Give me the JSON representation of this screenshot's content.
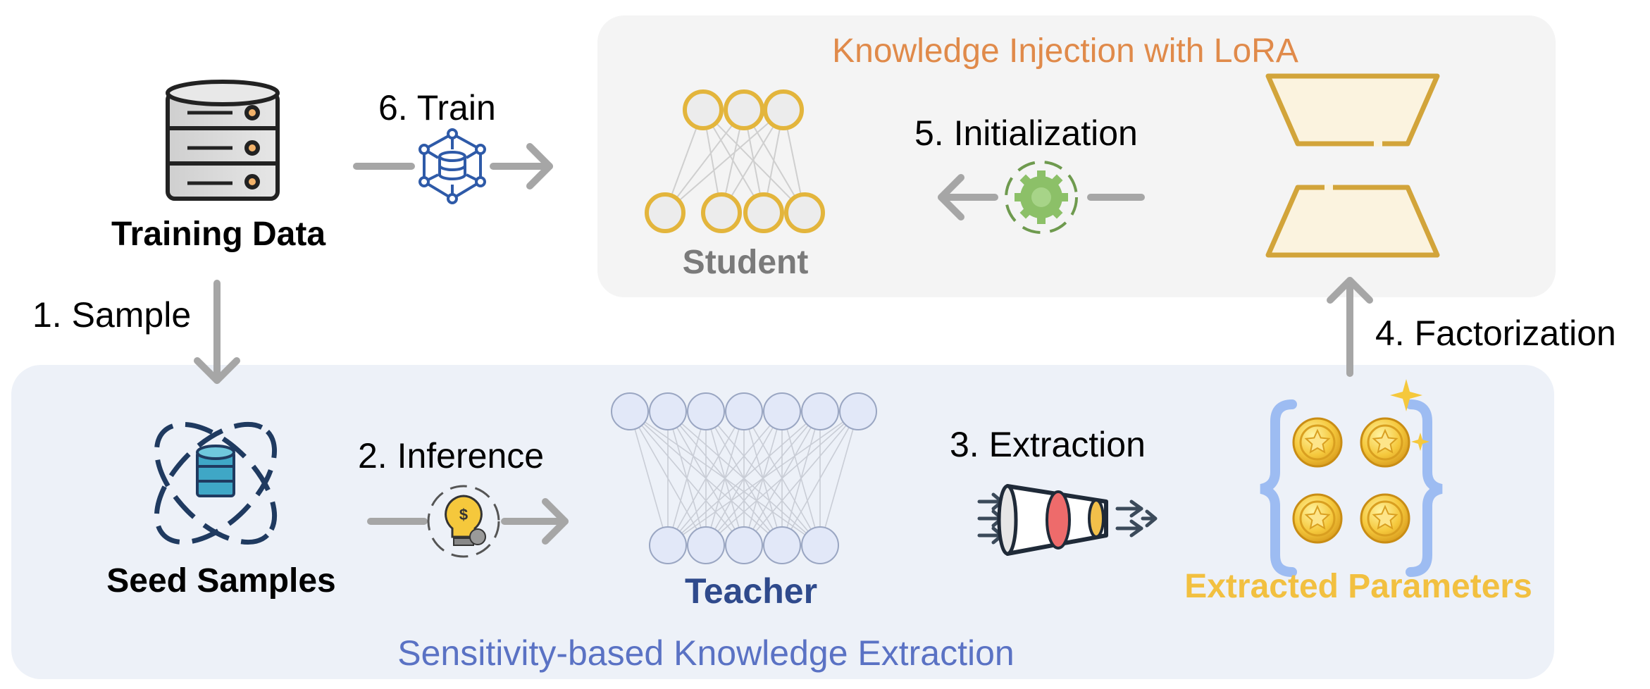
{
  "colors": {
    "panel_top": "#f4f4f4",
    "panel_bottom": "#edf1f8",
    "arrow": "#a6a6a6",
    "title_top": "#e08a4a",
    "title_bottom": "#5a72c4",
    "teacher": "#2f4a8c",
    "student": "#7a7a7a",
    "params": "#f2c040",
    "lora": "#d2a43a",
    "text": "#000000"
  },
  "panels": {
    "top_title": "Knowledge Injection with LoRA",
    "bottom_title": "Sensitivity-based Knowledge Extraction"
  },
  "nodes": {
    "training_data": "Training Data",
    "seed_samples": "Seed Samples",
    "teacher": "Teacher",
    "student": "Student",
    "extracted_parameters": "Extracted Parameters"
  },
  "steps": {
    "sample": "1. Sample",
    "inference": "2. Inference",
    "extraction": "3. Extraction",
    "factorization": "4. Factorization",
    "initialization": "5. Initialization",
    "train": "6. Train"
  },
  "icons": {
    "database": "database-icon",
    "train": "train-network-icon",
    "seed": "orbit-database-icon",
    "inference": "lightbulb-gear-icon",
    "extraction": "funnel-icon",
    "initialization": "gear-cycle-icon",
    "params": "coin-set-icon",
    "lora": "lora-adapter-icon"
  }
}
